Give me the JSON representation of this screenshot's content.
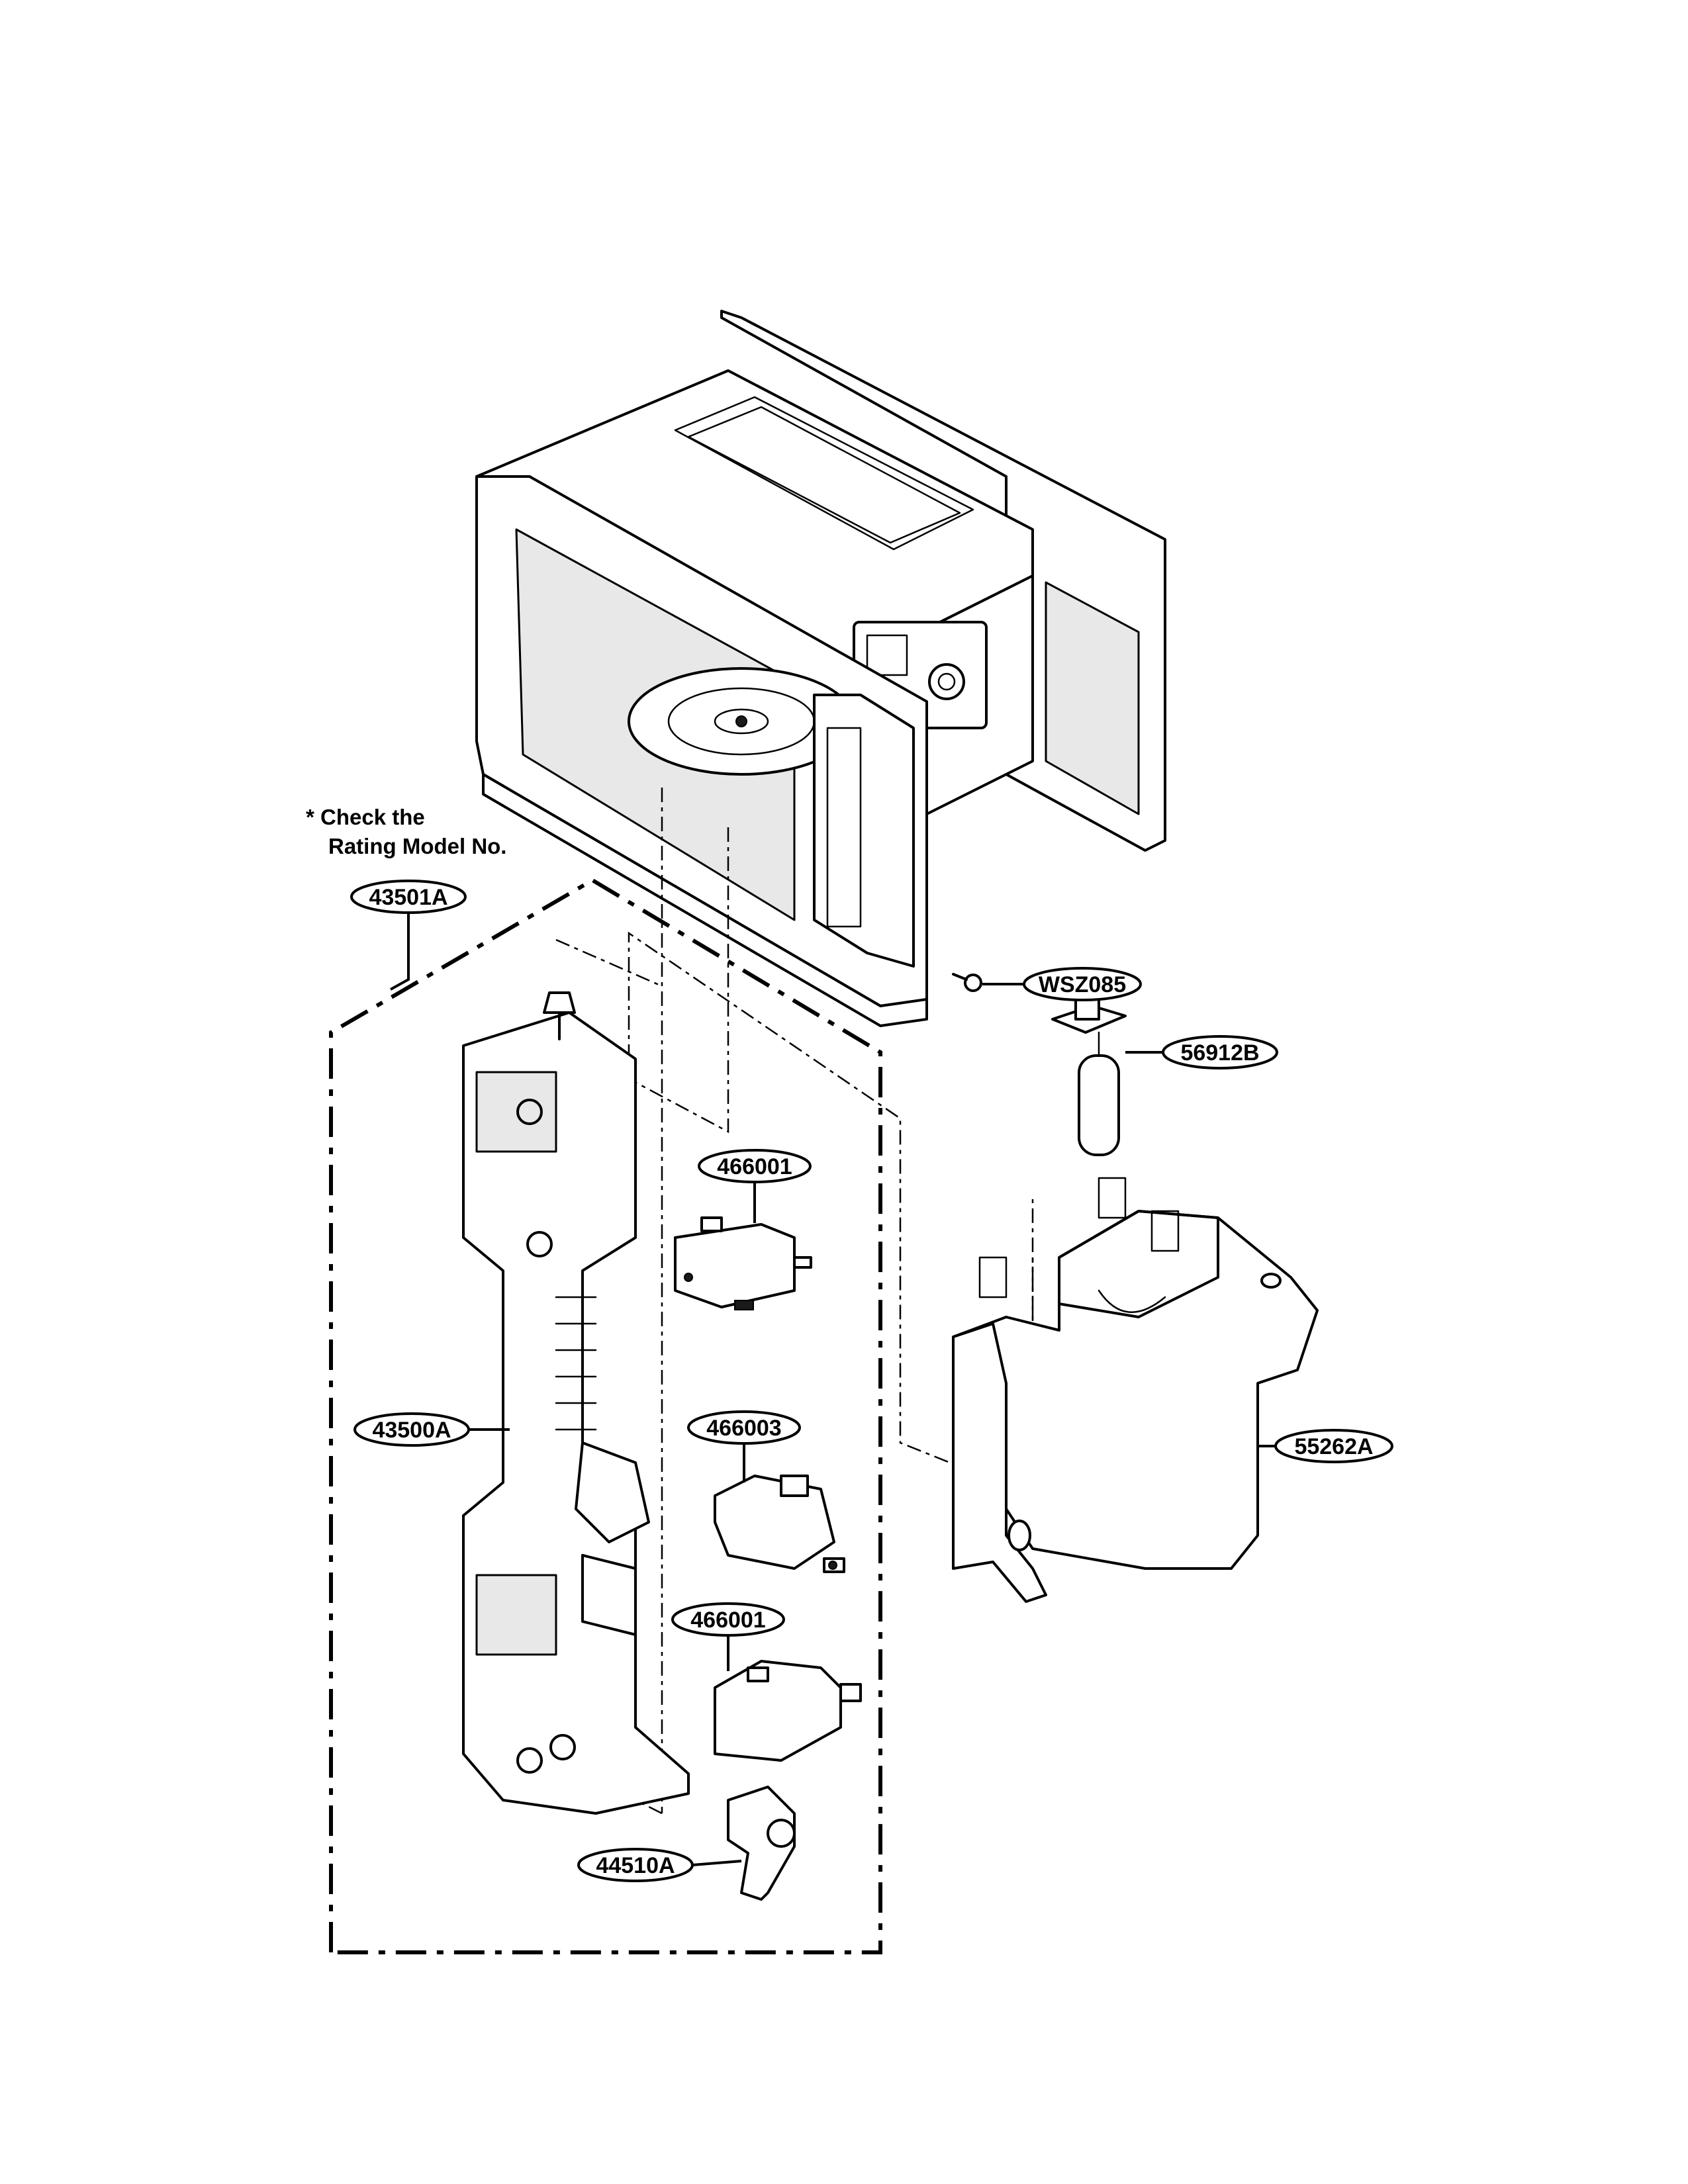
{
  "note": {
    "line1": "* Check the",
    "line2": "Rating Model No."
  },
  "callouts": [
    {
      "id": "c-43501A",
      "label": "43501A"
    },
    {
      "id": "c-43500A",
      "label": "43500A"
    },
    {
      "id": "c-466001-top",
      "label": "466001"
    },
    {
      "id": "c-466003",
      "label": "466003"
    },
    {
      "id": "c-466001-bottom",
      "label": "466001"
    },
    {
      "id": "c-44510A",
      "label": "44510A"
    },
    {
      "id": "c-WSZ085",
      "label": "WSZ085"
    },
    {
      "id": "c-56912B",
      "label": "56912B"
    },
    {
      "id": "c-55262A",
      "label": "55262A"
    }
  ]
}
